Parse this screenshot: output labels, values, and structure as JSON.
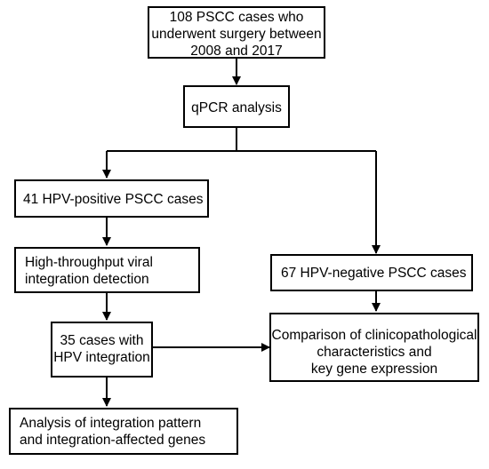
{
  "flowchart": {
    "boxes": {
      "start": {
        "lines": [
          "108 PSCC cases who",
          "underwent surgery between",
          "2008 and 2017"
        ]
      },
      "qpcr": {
        "lines": [
          "qPCR analysis"
        ]
      },
      "hpv_positive": {
        "lines": [
          "41 HPV-positive PSCC cases"
        ]
      },
      "hpv_negative": {
        "lines": [
          "67 HPV-negative PSCC cases"
        ]
      },
      "detection": {
        "lines": [
          "High-throughput viral",
          "integration detection"
        ]
      },
      "integration": {
        "lines": [
          "35 cases with",
          "HPV integration"
        ]
      },
      "comparison": {
        "lines": [
          "Comparison of clinicopathological",
          "characteristics and",
          "key gene expression"
        ]
      },
      "analysis": {
        "lines": [
          "Analysis of integration pattern",
          "and integration-affected genes"
        ]
      }
    },
    "line_color": "#000000"
  }
}
